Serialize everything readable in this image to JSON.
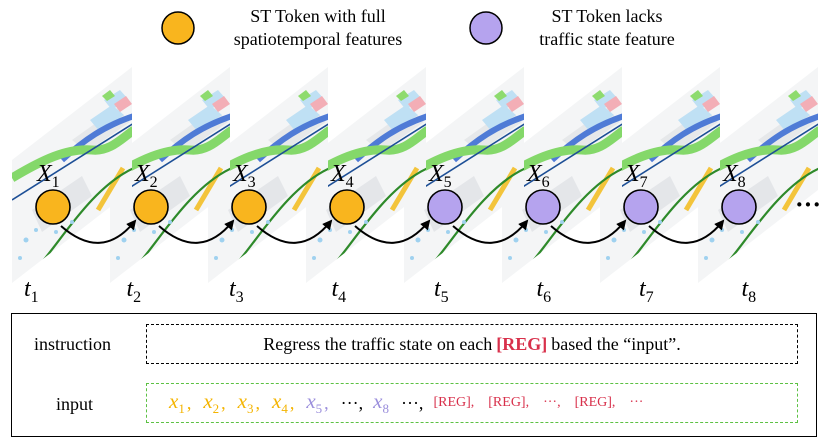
{
  "legend": {
    "full": {
      "line1": "ST Token with full",
      "line2": "spatiotemporal features",
      "color": "#f9b51e"
    },
    "lack": {
      "line1": "ST Token lacks",
      "line2": "traffic state feature",
      "color": "#b5a3ee"
    }
  },
  "frames": [
    {
      "x_label": "X",
      "x_sub": "1",
      "t_label": "t",
      "t_sub": "1",
      "state": "full"
    },
    {
      "x_label": "X",
      "x_sub": "2",
      "t_label": "t",
      "t_sub": "2",
      "state": "full"
    },
    {
      "x_label": "X",
      "x_sub": "3",
      "t_label": "t",
      "t_sub": "3",
      "state": "full"
    },
    {
      "x_label": "X",
      "x_sub": "4",
      "t_label": "t",
      "t_sub": "4",
      "state": "full"
    },
    {
      "x_label": "X",
      "x_sub": "5",
      "t_label": "t",
      "t_sub": "5",
      "state": "lack"
    },
    {
      "x_label": "X",
      "x_sub": "6",
      "t_label": "t",
      "t_sub": "6",
      "state": "lack"
    },
    {
      "x_label": "X",
      "x_sub": "7",
      "t_label": "t",
      "t_sub": "7",
      "state": "lack"
    },
    {
      "x_label": "X",
      "x_sub": "8",
      "t_label": "t",
      "t_sub": "8",
      "state": "lack"
    }
  ],
  "ellipsis": "···",
  "panel": {
    "instruction_label": "instruction",
    "instruction_pre": "Regress the traffic state on each",
    "instruction_reg": "[REG]",
    "instruction_post": "based the “input”.",
    "input_label": "input",
    "tokens": [
      {
        "x": "x",
        "sub": "1",
        "state": "full"
      },
      {
        "x": "x",
        "sub": "2",
        "state": "full"
      },
      {
        "x": "x",
        "sub": "3",
        "state": "full"
      },
      {
        "x": "x",
        "sub": "4",
        "state": "full"
      },
      {
        "x": "x",
        "sub": "5",
        "state": "lack"
      }
    ],
    "dots": "···,",
    "token8": {
      "x": "x",
      "sub": "8",
      "state": "lack"
    },
    "dots2": "···,",
    "reg_tokens": [
      "[REG],",
      "[REG],",
      "···,",
      "[REG],",
      "···"
    ]
  }
}
